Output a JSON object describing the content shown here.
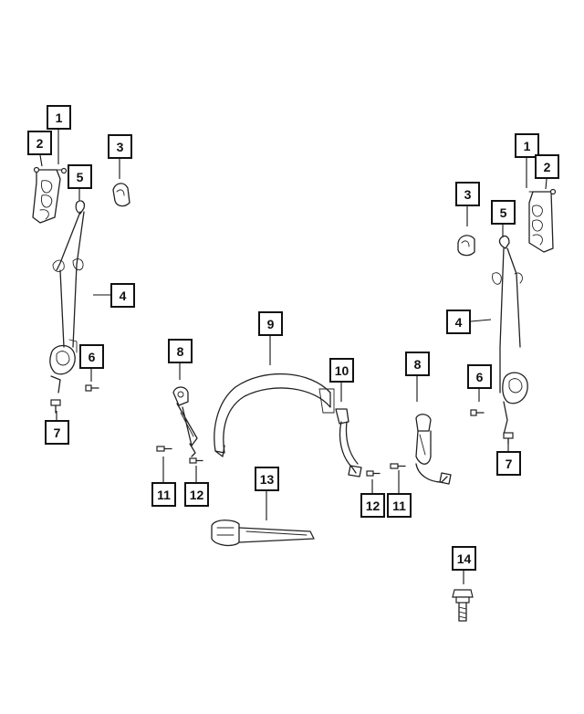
{
  "diagram": {
    "callouts": [
      {
        "id": "c1-left",
        "label": "1"
      },
      {
        "id": "c2-left",
        "label": "2"
      },
      {
        "id": "c3-left",
        "label": "3"
      },
      {
        "id": "c5-left",
        "label": "5"
      },
      {
        "id": "c4-left",
        "label": "4"
      },
      {
        "id": "c6-left",
        "label": "6"
      },
      {
        "id": "c7-left",
        "label": "7"
      },
      {
        "id": "c8-left",
        "label": "8"
      },
      {
        "id": "c9",
        "label": "9"
      },
      {
        "id": "c10",
        "label": "10"
      },
      {
        "id": "c8-right",
        "label": "8"
      },
      {
        "id": "c11-left",
        "label": "11"
      },
      {
        "id": "c12-left",
        "label": "12"
      },
      {
        "id": "c13",
        "label": "13"
      },
      {
        "id": "c12-right",
        "label": "12"
      },
      {
        "id": "c11-right",
        "label": "11"
      },
      {
        "id": "c1-right",
        "label": "1"
      },
      {
        "id": "c2-right",
        "label": "2"
      },
      {
        "id": "c3-right",
        "label": "3"
      },
      {
        "id": "c5-right",
        "label": "5"
      },
      {
        "id": "c4-right",
        "label": "4"
      },
      {
        "id": "c6-right",
        "label": "6"
      },
      {
        "id": "c7-right",
        "label": "7"
      },
      {
        "id": "c14",
        "label": "14"
      }
    ]
  }
}
